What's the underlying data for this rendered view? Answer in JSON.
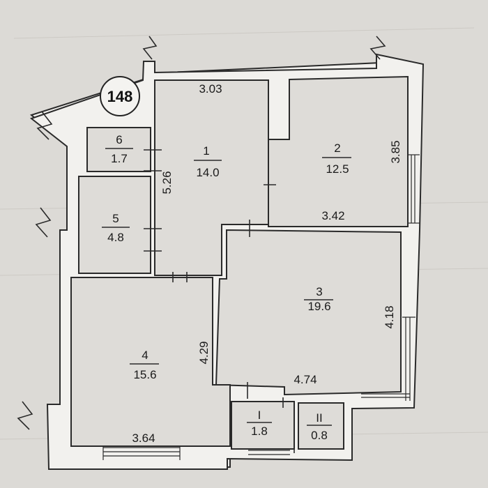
{
  "plan": {
    "apartment_number": "148",
    "rooms": [
      {
        "id": "1",
        "area": "14.0"
      },
      {
        "id": "2",
        "area": "12.5"
      },
      {
        "id": "3",
        "area": "19.6"
      },
      {
        "id": "4",
        "area": "15.6"
      },
      {
        "id": "5",
        "area": "4.8"
      },
      {
        "id": "6",
        "area": "1.7"
      },
      {
        "id": "I",
        "area": "1.8"
      },
      {
        "id": "II",
        "area": "0.8"
      }
    ],
    "dimensions": {
      "room1_top": "3.03",
      "room1_side": "5.26",
      "room2_side": "3.85",
      "room2_bottom": "3.42",
      "room3_side": "4.18",
      "room3_bottom": "4.74",
      "room4_side": "4.29",
      "room4_bottom": "3.64"
    }
  }
}
